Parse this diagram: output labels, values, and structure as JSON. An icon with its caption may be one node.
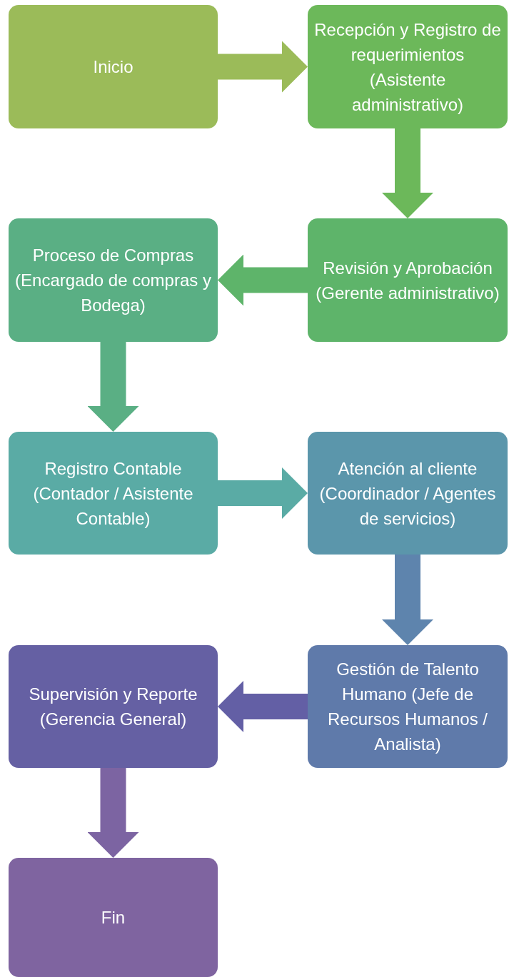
{
  "diagram": {
    "nodes": [
      {
        "text": [
          "Inicio"
        ]
      },
      {
        "text": [
          "Recepción y Registro de requerimientos (Asistente administrativo)"
        ]
      },
      {
        "text": [
          "Revisión y Aprobación (Gerente administrativo)"
        ]
      },
      {
        "text": [
          "Proceso de Compras (Encargado de compras y Bodega)"
        ]
      },
      {
        "text": [
          "Registro Contable (Contador / Asistente Contable)"
        ]
      },
      {
        "text": [
          "Atención al cliente (Coordinador / Agentes de servicios)"
        ]
      },
      {
        "text": [
          "Gestión de Talento Humano (Jefe de Recursos Humanos / Analista)"
        ]
      },
      {
        "text": [
          "Supervisión y Reporte (Gerencia General)"
        ]
      },
      {
        "text": [
          "Fin"
        ]
      }
    ],
    "edges": [
      {
        "from": 0,
        "to": 1,
        "arrow": "to",
        "color": "#9bbb59"
      },
      {
        "from": 1,
        "to": 2,
        "arrow": "to",
        "color": "#6cb85a"
      },
      {
        "from": 2,
        "to": 3,
        "arrow": "to",
        "color": "#5eb46a"
      },
      {
        "from": 3,
        "to": 4,
        "arrow": "to",
        "color": "#5aaf84"
      },
      {
        "from": 4,
        "to": 5,
        "arrow": "to",
        "color": "#5aaba5"
      },
      {
        "from": 5,
        "to": 6,
        "arrow": "to",
        "color": "#5e84ad"
      },
      {
        "from": 6,
        "to": 7,
        "arrow": "to",
        "color": "#635fa5"
      },
      {
        "from": 7,
        "to": 8,
        "arrow": "to",
        "color": "#7c64a2"
      }
    ]
  }
}
